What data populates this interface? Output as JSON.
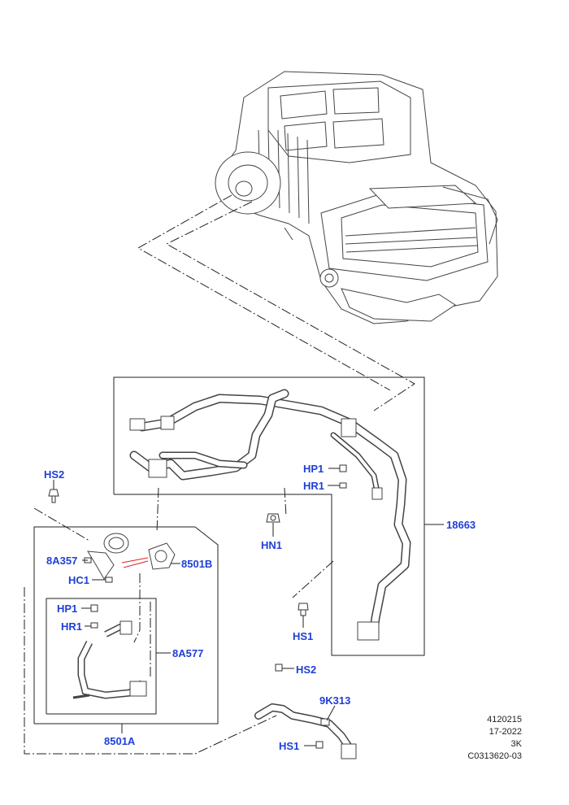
{
  "colors": {
    "callout": "#1f3fd6",
    "line": "#222222",
    "part_stroke": "#444444",
    "highlight": "#e02020"
  },
  "callouts": {
    "hs2_left": "HS2",
    "a357": "8A357",
    "hc1": "HC1",
    "b8501": "8501B",
    "hp1_left": "HP1",
    "hr1_left": "HR1",
    "a577": "8A577",
    "a8501": "8501A",
    "hp1_right": "HP1",
    "hr1_right": "HR1",
    "hn1": "HN1",
    "hose_18663": "18663",
    "hs1_mid": "HS1",
    "hs2_bottom": "HS2",
    "k313": "9K313",
    "hs1_bottom": "HS1"
  },
  "reference": [
    "4120215",
    "17-2022",
    "3K",
    "C0313620-03"
  ]
}
